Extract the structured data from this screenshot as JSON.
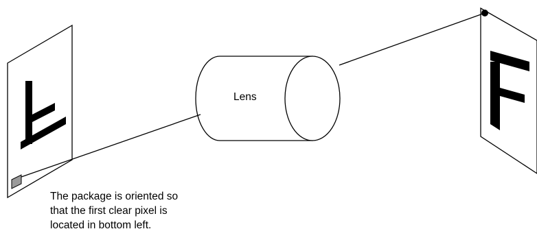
{
  "lens": {
    "label": "Lens"
  },
  "caption": {
    "lines": [
      "The package is oriented so",
      "that the first clear pixel is",
      "located in bottom left."
    ]
  },
  "colors": {
    "stroke": "#000000",
    "letter": "#000000",
    "pixel_marker": "#9a9a9a",
    "background": "#ffffff"
  }
}
